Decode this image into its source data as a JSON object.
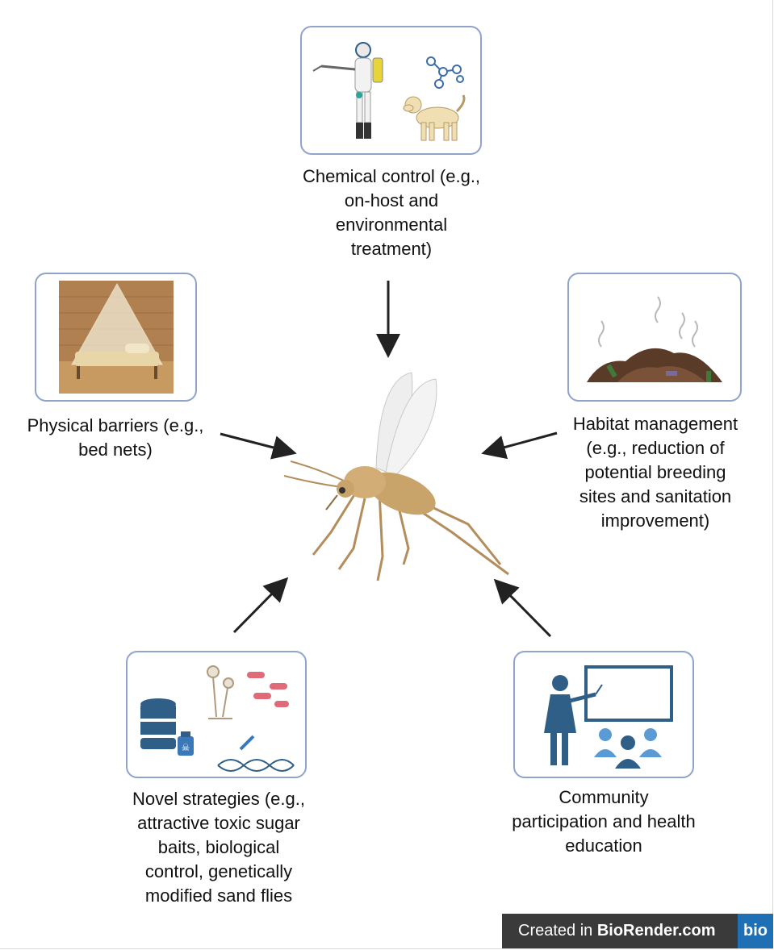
{
  "labels": {
    "chemical": "Chemical control (e.g.,\non-host and\nenvironmental\ntreatment)",
    "physical": "Physical barriers (e.g.,\nbed nets)",
    "habitat": "Habitat management\n(e.g., reduction of\npotential breeding\nsites and sanitation\nimprovement)",
    "novel": "Novel strategies (e.g.,\nattractive toxic sugar\nbaits, biological\ncontrol,  genetically\nmodified sand flies",
    "community": "Community\nparticipation and health\neducation"
  },
  "footer": {
    "created_in": "Created in ",
    "brand_name": "BioRender.com",
    "logo": "bio"
  },
  "colors": {
    "card_border": "#8fa3cc",
    "arrow": "#222222",
    "icon_blue": "#2f5f86",
    "icon_light_blue": "#5b9bd5",
    "sandfly_body": "#c9a46a",
    "footer_bg": "#3a3a3a",
    "logo_bg": "#1f6fb4"
  },
  "icons": [
    "sprayer-person-icon",
    "dog-icon",
    "molecule-icon",
    "bed-net-icon",
    "garbage-pile-icon",
    "sand-fly-icon",
    "database-icon",
    "poison-bottle-icon",
    "fungus-icon",
    "bacteria-icon",
    "dna-icon",
    "teacher-icon",
    "audience-icon"
  ]
}
